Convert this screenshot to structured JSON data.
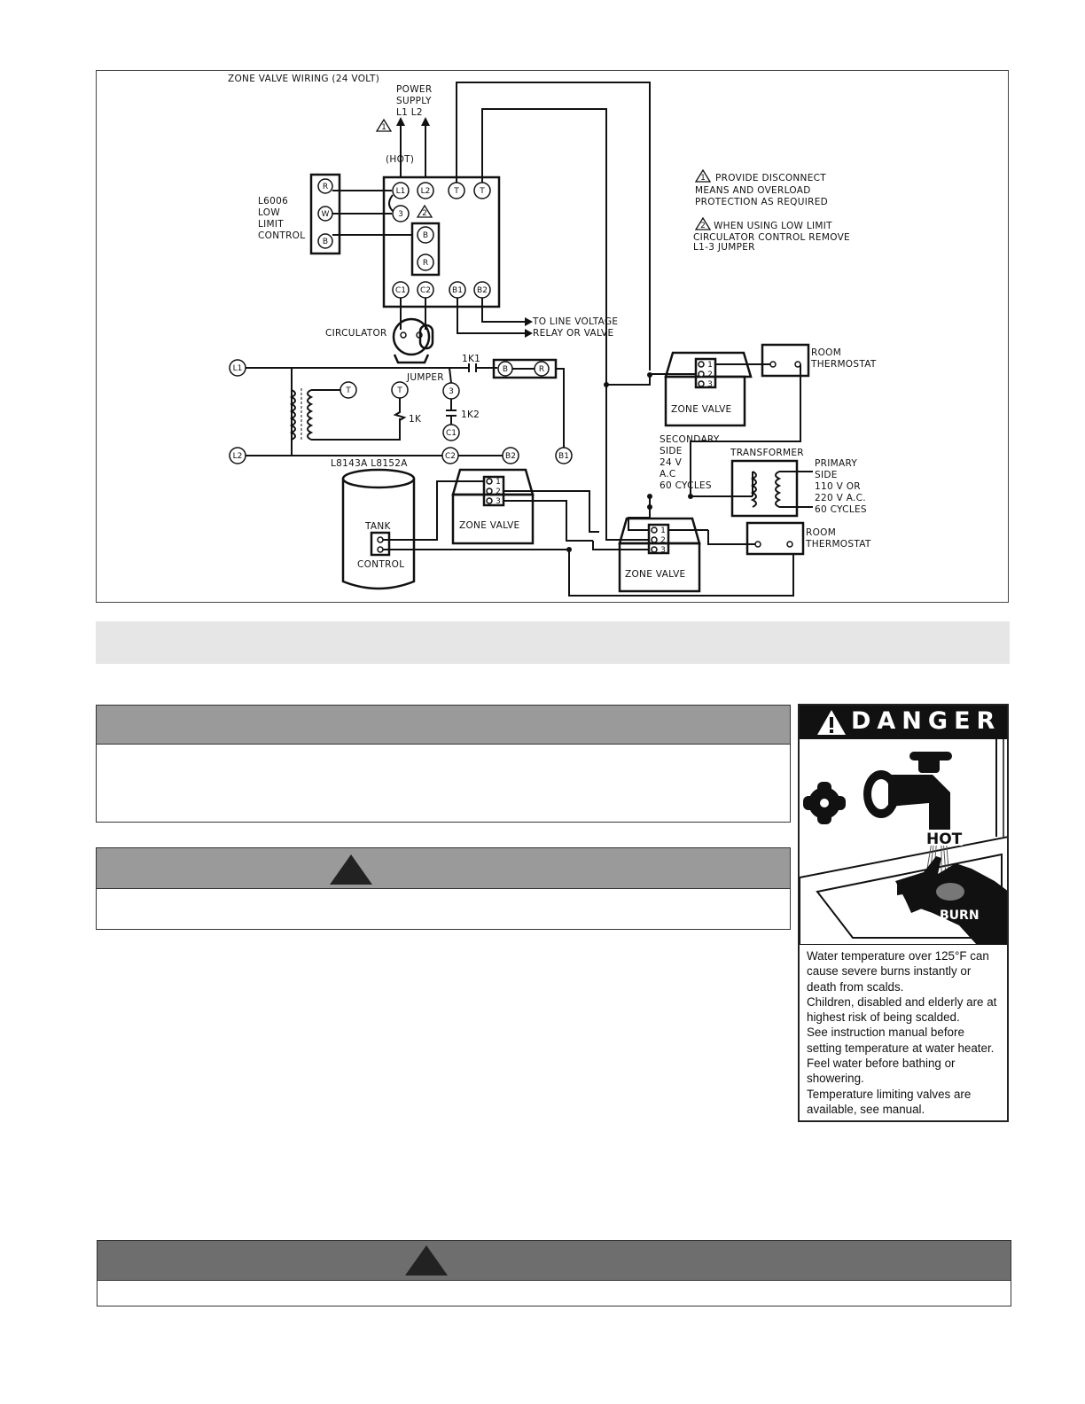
{
  "diagram": {
    "title": "ZONE VALVE WIRING (24 VOLT)",
    "power_supply": [
      "POWER",
      "SUPPLY",
      "L1    L2"
    ],
    "hot": "(HOT)",
    "low_limit": [
      "L6006",
      "LOW",
      "LIMIT",
      "CONTROL"
    ],
    "terminals": {
      "r": "R",
      "w": "W",
      "b": "B",
      "l1": "L1",
      "l2": "L2",
      "t": "T",
      "three": "3",
      "c1": "C1",
      "c2": "C2",
      "b1": "B1",
      "b2": "B2",
      "one": "1",
      "two": "2"
    },
    "notes": {
      "note1": [
        "PROVIDE DISCONNECT",
        "MEANS AND OVERLOAD",
        "PROTECTION AS REQUIRED"
      ],
      "note2": [
        "WHEN USING LOW LIMIT",
        "CIRCULATOR CONTROL REMOVE",
        "L1-3  JUMPER"
      ]
    },
    "circulator": "CIRCULATOR",
    "line_voltage": [
      "TO LINE VOLTAGE",
      "RELAY OR VALVE"
    ],
    "relay": {
      "k1": "1K1",
      "k2": "1K2",
      "k": "1K",
      "jumper": "JUMPER",
      "models": "L8143A   L8152A"
    },
    "zone_valve": "ZONE VALVE",
    "room_thermostat": [
      "ROOM",
      "THERMOSTAT"
    ],
    "secondary": [
      "SECONDARY",
      "SIDE",
      "24 V",
      "A.C",
      "60 CYCLES"
    ],
    "transformer": "TRANSFORMER",
    "primary": [
      "PRIMARY",
      "SIDE",
      "110 V OR",
      "220 V A.C.",
      "60 CYCLES"
    ],
    "tank_control": [
      "TANK",
      "CONTROL"
    ],
    "valve_terminals": [
      "1",
      "2",
      "3"
    ]
  },
  "danger_label": {
    "title": "DANGER",
    "hot": "HOT",
    "burn": "BURN",
    "lines": [
      "Water temperature over 125°F can",
      "cause severe burns instantly or",
      "death from scalds.",
      "Children, disabled and elderly are at",
      "highest risk of being scalded.",
      "See instruction manual before",
      "setting temperature at water heater.",
      "Feel water before bathing or",
      "showering.",
      "Temperature limiting valves are",
      "available, see manual."
    ]
  }
}
